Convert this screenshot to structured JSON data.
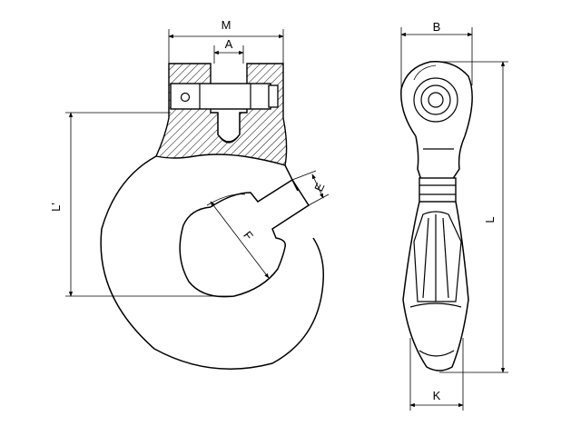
{
  "labels": {
    "M": "M",
    "A": "A",
    "B": "B",
    "L_prime": "L'",
    "L": "L",
    "E": "E",
    "F": "F",
    "K": "K"
  }
}
